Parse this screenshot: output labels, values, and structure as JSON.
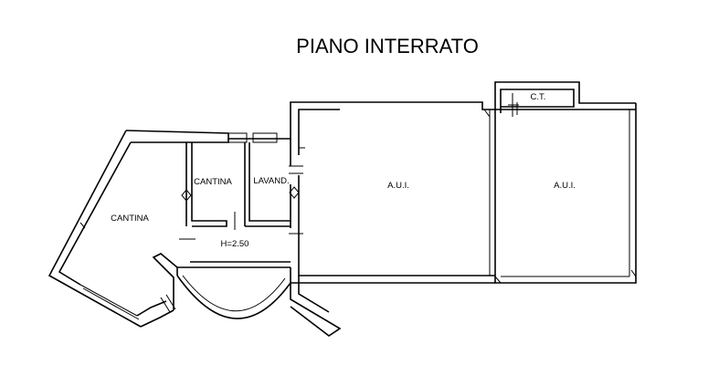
{
  "title": "PIANO INTERRATO",
  "rooms": {
    "cantina_large": "CANTINA",
    "cantina_small": "CANTINA",
    "lavanderia": "LAVAND.",
    "aui_center": "A.U.I.",
    "aui_right": "A.U.I.",
    "centrale_termica": "C.T.",
    "height_note": "H=2.50"
  }
}
